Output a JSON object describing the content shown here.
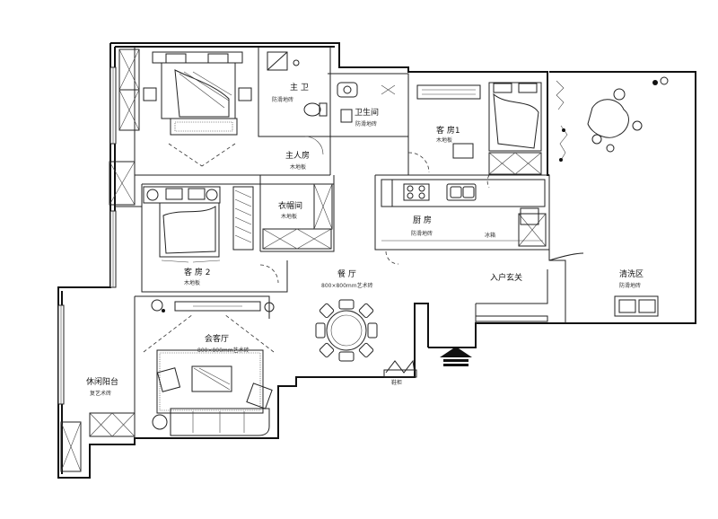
{
  "rooms": {
    "master_bath": {
      "name": "主 卫",
      "floor": "防滑地砖"
    },
    "bathroom": {
      "name": "卫生间",
      "floor": "防滑地砖"
    },
    "master_bedroom": {
      "name": "主人房",
      "floor": "木地板"
    },
    "guest_room_1": {
      "name": "客 房1",
      "floor": "木地板"
    },
    "walk_in_closet": {
      "name": "衣帽间",
      "floor": "木地板"
    },
    "kitchen": {
      "name": "厨 房",
      "floor": "防滑地砖"
    },
    "guest_room_2": {
      "name": "客 房 2",
      "floor": "木地板"
    },
    "dining": {
      "name": "餐 厅",
      "floor": "800×800mm艺术砖"
    },
    "entrance": {
      "name": "入户玄关",
      "floor": ""
    },
    "laundry": {
      "name": "清洗区",
      "floor": "防滑地砖"
    },
    "living": {
      "name": "会客厅",
      "floor": "800×800mm艺术砖"
    },
    "balcony": {
      "name": "休闲阳台",
      "floor": "复艺术砖"
    }
  },
  "fixtures": {
    "fridge": "冰箱",
    "shoe_cabinet": "鞋柜"
  }
}
